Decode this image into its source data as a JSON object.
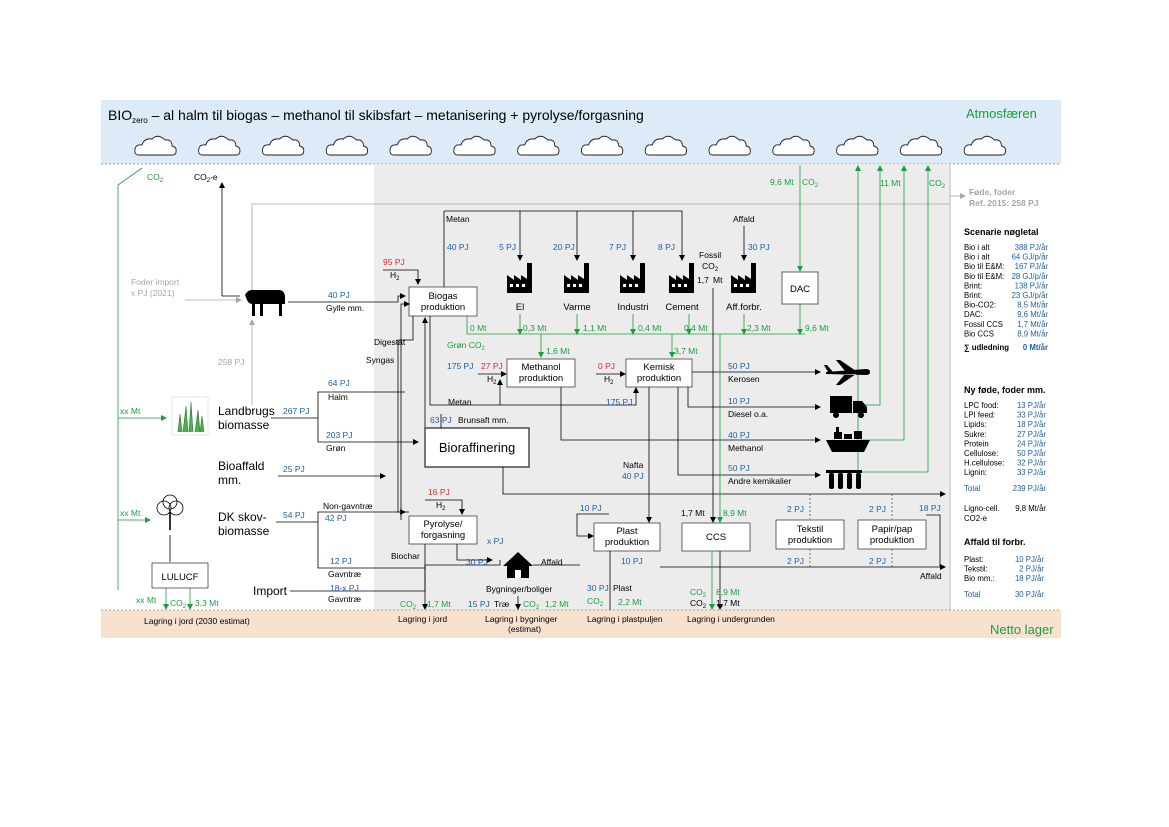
{
  "header": {
    "title_main": "BIO",
    "title_sub": "zero",
    "title_rest": " – al halm til biogas – methanol til skibsfart – metanisering + pyrolyse/forgasning",
    "atmosphere": "Atmosfæren"
  },
  "footer": {
    "netto_lager": "Netto lager",
    "soil": "Lagring i jord (2030 estimat)",
    "soil2": "Lagring i jord",
    "buildings_1": "Bygninger",
    "buildings_2": "(estimat)",
    "buildings_line": "Lagring i bygninger",
    "plastic": "Lagring i plastpuljen",
    "underground": "Lagring i undergrunden"
  },
  "colors": {
    "sky": "#dcebf7",
    "ground": "#f7e2d0",
    "panel": "#ececec",
    "green": "#1a9e3f",
    "blue": "#1f5fa8",
    "red": "#e0282e",
    "grey": "#a6a6a6"
  },
  "sources": {
    "landbrug": [
      "Landbrugs",
      "biomasse"
    ],
    "bioaffald": [
      "Bioaffald",
      "mm."
    ],
    "skov": [
      "DK skov-",
      "biomasse"
    ],
    "import": "Import",
    "lulucf": "LULUCF",
    "foder_import_1": "Foder import",
    "foder_import_2": "x PJ (2021)"
  },
  "nodes": {
    "biogas": [
      "Biogas",
      "produktion"
    ],
    "methanol": [
      "Methanol",
      "produktion"
    ],
    "kemisk": [
      "Kemisk",
      "produktion"
    ],
    "bioraff": "Bioraffinering",
    "pyrolyse": [
      "Pyrolyse/",
      "forgasning"
    ],
    "plast": [
      "Plast",
      "produktion"
    ],
    "ccs": "CCS",
    "tekstil": [
      "Tekstil",
      "produktion"
    ],
    "papir": [
      "Papir/pap",
      "produktion"
    ],
    "dac": "DAC",
    "bygninger": "Bygninger/boliger"
  },
  "factories": {
    "el": "El",
    "varme": "Varme",
    "industri": "Industri",
    "cement": "Cement",
    "affforbr": "Aff.forbr."
  },
  "labels": {
    "metan": "Metan",
    "affald": "Affald",
    "fossil_co2_1": "Fossil",
    "fossil_co2_2": "CO",
    "co2": "CO",
    "co2e": "CO",
    "h2": "H",
    "gylle": "Gylle mm.",
    "halm": "Halm",
    "gron": "Grøn",
    "digestat": "Digestat",
    "syngas": "Syngas",
    "biochar": "Biochar",
    "brunsaft": "Brunsaft mm.",
    "gron_co2": "Grøn CO",
    "kerosen": "Kerosen",
    "diesel": "Diesel o.a.",
    "methanol": "Methanol",
    "andre_kem": "Andre kemikalier",
    "nafta": "Nafta",
    "non_gavn": "Non-gavntræ",
    "gavn": "Gavntræ",
    "plast_lbl": "Plast",
    "trae": "Træ",
    "fode_foder": "Føde, foder",
    "ref2015": "Ref. 2015: 258 PJ"
  },
  "values": {
    "v40pj_metan": "40 PJ",
    "v5pj": "5 PJ",
    "v20pj": "20 PJ",
    "v7pj": "7 PJ",
    "v8pj": "8 PJ",
    "v30pj_aff": "30 PJ",
    "v95pj": "95 PJ",
    "v9_6mt": "9,6 Mt",
    "v11mt": "11 Mt",
    "v1_7mt_fossil": "1,7",
    "v40pj_gylle": "40 PJ",
    "v258pj": "258 PJ",
    "v0mt": "0 Mt",
    "v0_3mt": "0,3 Mt",
    "v1_1mt": "1,1 Mt",
    "v0_4mt_a": "0,4 Mt",
    "v0_4mt_b": "0,4 Mt",
    "v2_3mt": "2,3 Mt",
    "v9_6mt_b": "9,6 Mt",
    "v1_6mt": "1,6 Mt",
    "v3_7mt": "3,7 Mt",
    "v175pj_a": "175 PJ",
    "v27pj": "27 PJ",
    "v0pj": "0 PJ",
    "v50pj_ker": "50 PJ",
    "v175pj_b": "175 PJ",
    "v10pj_dies": "10 PJ",
    "v64pj": "64 PJ",
    "v267pj": "267 PJ",
    "xxmt_a": "xx Mt",
    "v203pj": "203 PJ",
    "v63pj": "63 PJ",
    "v40pj_meth": "40 PJ",
    "v25pj": "25 PJ",
    "v40pj_nafta": "40 PJ",
    "v50pj_andre": "50 PJ",
    "v16pj": "16 PJ",
    "xxmt_b": "xx Mt",
    "v54pj": "54 PJ",
    "v42pj": "42 PJ",
    "v10pj_plast": "10 PJ",
    "v1_7mt_ccs": "1,7  Mt",
    "v8_9mt": "8,9 Mt",
    "v2pj_a": "2 PJ",
    "v2pj_b": "2 PJ",
    "v18pj": "18 PJ",
    "xpj": "x PJ",
    "v30pj_byg": "30 PJ",
    "v12pj": "12 PJ",
    "v10pj_pp": "10 PJ",
    "v2pj_c": "2 PJ",
    "v2pj_d": "2 PJ",
    "v18_xpj": "18-x PJ",
    "xxmt_c": "xx Mt",
    "co2_3_3": "3,3 Mt",
    "co2_1_7a": "1,7 Mt",
    "v15pj": "15 PJ",
    "co2_1_2": "1,2 Mt",
    "v30pj_plast": "30 PJ",
    "co2_2_2": "2,2 Mt",
    "co2_8_9": "8,9 Mt",
    "co2_1_7b": "1,7 Mt"
  },
  "scenario": {
    "title": "Scenarie nøgletal",
    "rows": [
      [
        "Bio i alt",
        "388 PJ/år"
      ],
      [
        "Bio i alt",
        "64 GJ/p/år"
      ],
      [
        "Bio til E&M:",
        "167 PJ/år"
      ],
      [
        "Bio til E&M:",
        "28 GJ/p/år"
      ],
      [
        "Brint:",
        "138 PJ/år"
      ],
      [
        "Brint:",
        "23 GJ/p/år"
      ],
      [
        "Bio-CO2:",
        "8,5 Mt/år"
      ],
      [
        "DAC:",
        "9,6 Mt/år"
      ],
      [
        "Fossil CCS",
        "1,7 Mt/år"
      ],
      [
        "Bio CCS",
        "8,9 Mt/år"
      ]
    ],
    "total_label": "∑ udledning",
    "total_value": "0 Mt/år"
  },
  "food": {
    "title": "Ny føde, foder mm.",
    "rows": [
      [
        "LPC food:",
        "13 PJ/år"
      ],
      [
        "LPI feed:",
        "33 PJ/år"
      ],
      [
        "Lipids:",
        "18 PJ/år"
      ],
      [
        "Sukre:",
        "27 PJ/år"
      ],
      [
        "Protein",
        "24 PJ/år"
      ],
      [
        "Cellulose:",
        "50 PJ/år"
      ],
      [
        "H.cellulose:",
        "32 PJ/år"
      ],
      [
        "Lignin:",
        "33 PJ/år"
      ]
    ],
    "total_label": "Total",
    "total_value": "239 PJ/år",
    "ligno_1": "Ligno-cell.",
    "ligno_2": "CO2-e",
    "ligno_value": "9,8 Mt/år"
  },
  "waste": {
    "title": "Affald til forbr.",
    "rows": [
      [
        "Plast:",
        "10 PJ/år"
      ],
      [
        "Tekstil:",
        "2 PJ/år"
      ],
      [
        "Bio mm.:",
        "18 PJ/år"
      ]
    ],
    "total_label": "Total",
    "total_value": "30 PJ/år"
  }
}
